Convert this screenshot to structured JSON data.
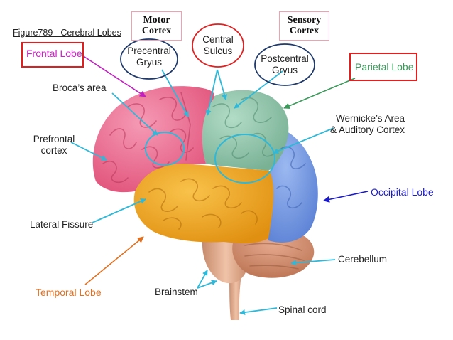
{
  "title": "Figure789 - Cerebral Lobes",
  "labels": {
    "motor_cortex": "Motor Cortex",
    "sensory_cortex": "Sensory Cortex",
    "frontal_lobe": "Frontal Lobe",
    "precentral_gyrus_1": "Precentral",
    "precentral_gyrus_2": "Gryus",
    "central_sulcus_1": "Central",
    "central_sulcus_2": "Sulcus",
    "postcentral_gyrus_1": "Postcentral",
    "postcentral_gyrus_2": "Gryus",
    "parietal_lobe": "Parietal Lobe",
    "brocas_area": "Broca’s area",
    "wernickes_area_1": "Wernicke’s Area",
    "wernickes_area_2": "& Auditory Cortex",
    "prefrontal_cortex_1": "Prefrontal",
    "prefrontal_cortex_2": "cortex",
    "occipital_lobe": "Occipital Lobe",
    "lateral_fissure": "Lateral Fissure",
    "cerebellum": "Cerebellum",
    "temporal_lobe": "Temporal Lobe",
    "brainstem": "Brainstem",
    "spinal_cord": "Spinal cord"
  },
  "colors": {
    "frontal": "#ef6a8f",
    "parietal": "#8ec4a8",
    "temporal": "#f2a51c",
    "occipital": "#6f95e3",
    "cerebellum": "#d48b6f",
    "brainstem": "#d8a187",
    "frontal_label": "#d01fc8",
    "parietal_label": "#3a9a5a",
    "occipital_label": "#1a1acc",
    "temporal_label": "#e07020",
    "pointer": "#2fb8d8",
    "red_box": "#e02020"
  }
}
